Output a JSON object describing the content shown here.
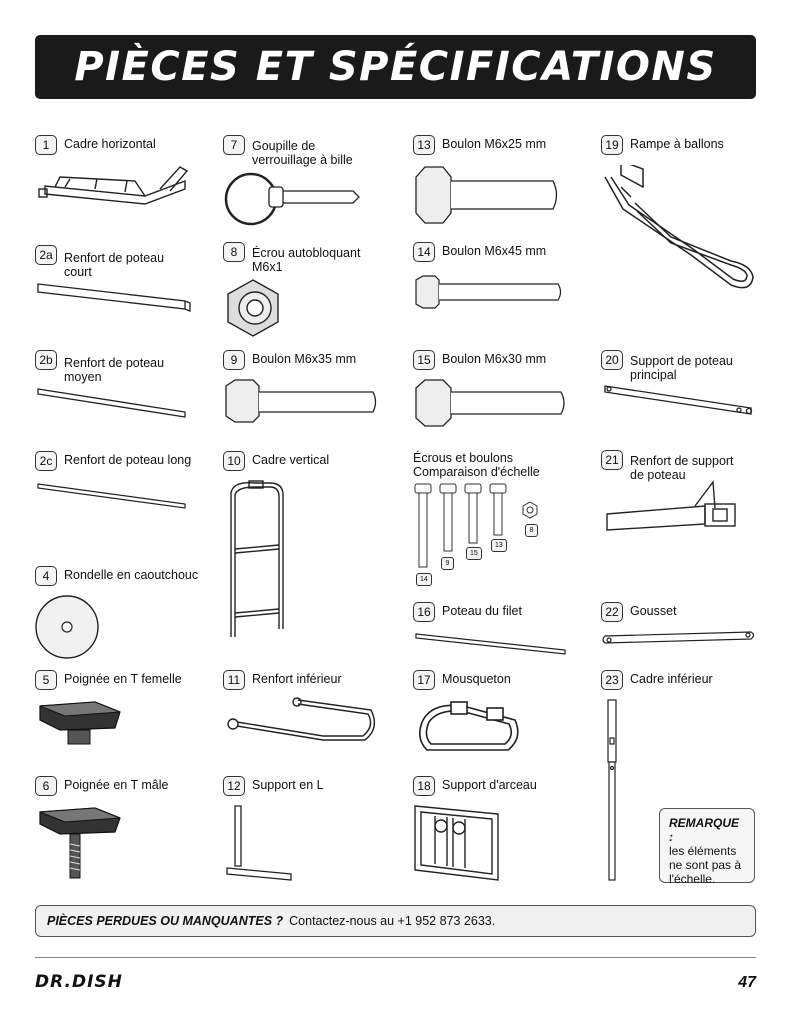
{
  "title": "PIÈCES ET SPÉCIFICATIONS",
  "parts": [
    {
      "num": "1",
      "label": "Cadre horizontal"
    },
    {
      "num": "2a",
      "label": "Renfort de poteau court"
    },
    {
      "num": "2b",
      "label": "Renfort de poteau moyen"
    },
    {
      "num": "2c",
      "label": "Renfort de poteau long"
    },
    {
      "num": "4",
      "label": "Rondelle en caoutchouc"
    },
    {
      "num": "5",
      "label": "Poignée en T femelle"
    },
    {
      "num": "6",
      "label": "Poignée en T mâle"
    },
    {
      "num": "7",
      "label": "Goupille de verrouillage à bille"
    },
    {
      "num": "8",
      "label": "Écrou autobloquant M6x1"
    },
    {
      "num": "9",
      "label": "Boulon M6x35 mm"
    },
    {
      "num": "10",
      "label": "Cadre vertical"
    },
    {
      "num": "11",
      "label": "Renfort inférieur"
    },
    {
      "num": "12",
      "label": "Support en L"
    },
    {
      "num": "13",
      "label": "Boulon M6x25 mm"
    },
    {
      "num": "14",
      "label": "Boulon M6x45 mm"
    },
    {
      "num": "15",
      "label": "Boulon M6x30 mm"
    },
    {
      "num": "16",
      "label": "Poteau du filet"
    },
    {
      "num": "17",
      "label": "Mousqueton"
    },
    {
      "num": "18",
      "label": "Support d'arceau"
    },
    {
      "num": "19",
      "label": "Rampe à ballons"
    },
    {
      "num": "20",
      "label": "Support de poteau principal"
    },
    {
      "num": "21",
      "label": "Renfort de support de poteau"
    },
    {
      "num": "22",
      "label": "Gousset"
    },
    {
      "num": "23",
      "label": "Cadre inférieur"
    }
  ],
  "comparison": {
    "title": "Écrous et boulons Comparaison d'échelle",
    "labels": [
      "14",
      "9",
      "15",
      "13",
      "8"
    ]
  },
  "note": {
    "heading": "REMARQUE :",
    "text": "les éléments ne sont pas à l'échelle."
  },
  "missing": {
    "heading": "PIÈCES PERDUES OU MANQUANTES ?",
    "text": "Contactez-nous au +1 952 873 2633."
  },
  "footer": {
    "brand": "DR.DISH",
    "page": "47"
  }
}
